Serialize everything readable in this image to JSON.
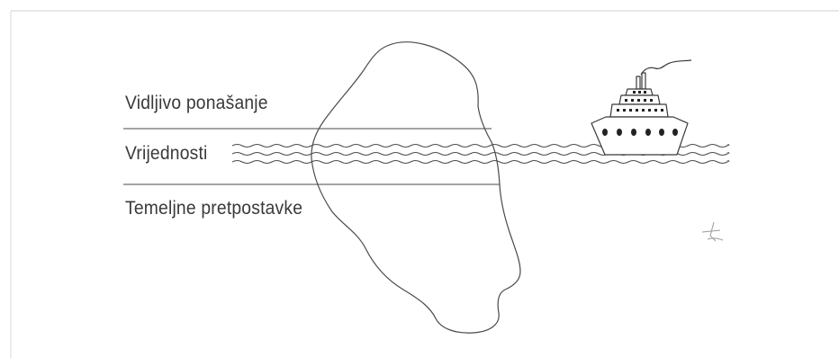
{
  "labels": {
    "visible_behavior": "Vidljivo ponašanje",
    "values": "Vrijednosti",
    "basic_assumptions": "Temeljne pretpostavke"
  },
  "colors": {
    "line": "#4a4a4a",
    "text": "#3a3a3a",
    "background": "#ffffff"
  },
  "icons": {
    "iceberg": "iceberg-outline",
    "waves": "wave-lines",
    "ship": "steamship",
    "mark": "signature-mark"
  }
}
